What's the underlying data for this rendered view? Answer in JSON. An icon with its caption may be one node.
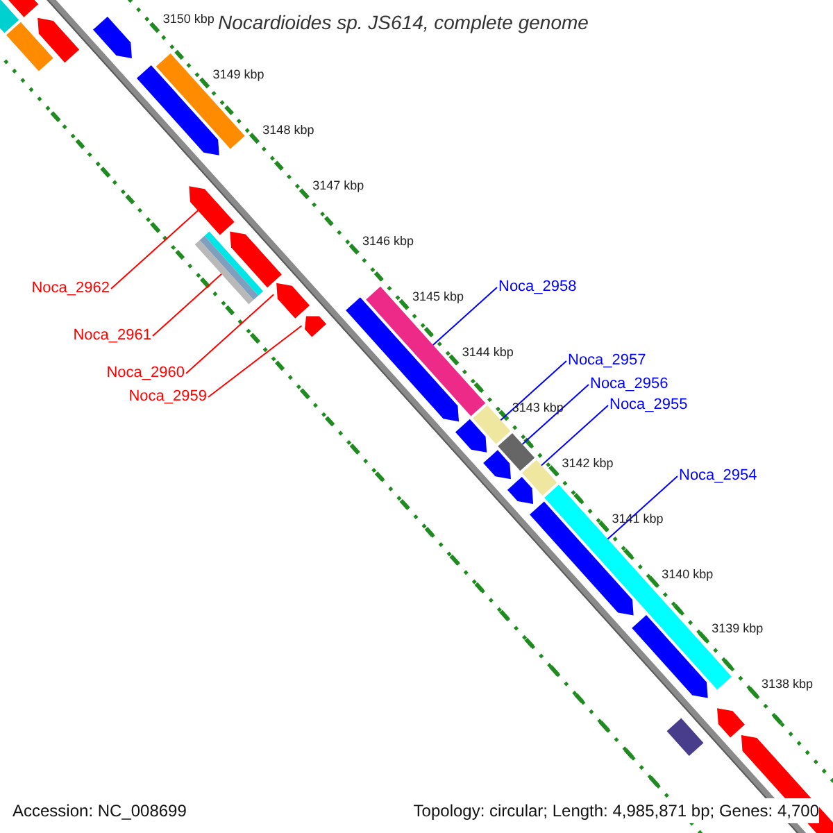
{
  "diagram": {
    "title": "Nocardioides sp. JS614, complete genome",
    "nodes": [
      {
        "text": [
          "Noca_2962"
        ]
      },
      {
        "text": [
          "Noca_2961"
        ]
      },
      {
        "text": [
          "Noca_2960"
        ]
      },
      {
        "text": [
          "Noca_2959"
        ]
      },
      {
        "text": [
          "Noca_2958"
        ]
      },
      {
        "text": [
          "Noca_2957"
        ]
      },
      {
        "text": [
          "Noca_2956"
        ]
      },
      {
        "text": [
          "Noca_2955"
        ]
      },
      {
        "text": [
          "Noca_2954"
        ]
      },
      {
        "text": [],
        "shape": "bar"
      },
      {
        "text": [],
        "shape": "pentagon"
      },
      {
        "text": [],
        "shape": "bar"
      },
      {
        "text": [],
        "shape": "pentagon"
      },
      {
        "text": [],
        "shape": "pentagon"
      },
      {
        "text": [],
        "shape": "pentagon"
      },
      {
        "text": [],
        "shape": "bar"
      },
      {
        "text": [],
        "shape": "pentagon"
      },
      {
        "text": [],
        "shape": "bar"
      },
      {
        "text": [],
        "shape": "pentagon"
      },
      {
        "text": [],
        "shape": "pentagon"
      },
      {
        "text": [],
        "shape": "pentagon"
      },
      {
        "text": [],
        "shape": "pentagon"
      },
      {
        "text": [],
        "shape": "bar"
      },
      {
        "text": [],
        "shape": "pentagon"
      },
      {
        "text": [],
        "shape": "bar"
      },
      {
        "text": [],
        "shape": "bar"
      },
      {
        "text": [],
        "shape": "pentagon"
      },
      {
        "text": [],
        "shape": "bar"
      },
      {
        "text": [],
        "shape": "pentagon"
      },
      {
        "text": [],
        "shape": "bar"
      },
      {
        "text": [],
        "shape": "pentagon"
      },
      {
        "text": [],
        "shape": "pentagon"
      },
      {
        "text": [],
        "shape": "bar"
      },
      {
        "text": [],
        "shape": "pentagon"
      },
      {
        "text": [],
        "shape": "pentagon"
      }
    ],
    "edges": [
      {
        "from": 0,
        "to": 16,
        "arrow": "none",
        "color": "#ff0000"
      },
      {
        "from": 1,
        "to": 17,
        "arrow": "none",
        "color": "#ff0000"
      },
      {
        "from": 2,
        "to": 19,
        "arrow": "none",
        "color": "#ff0000"
      },
      {
        "from": 3,
        "to": 20,
        "arrow": "none",
        "color": "#ff0000"
      },
      {
        "from": 4,
        "to": 22,
        "arrow": "none"
      },
      {
        "from": 5,
        "to": 24,
        "arrow": "none"
      },
      {
        "from": 6,
        "to": 25,
        "arrow": "none"
      },
      {
        "from": 7,
        "to": 27,
        "arrow": "none"
      },
      {
        "from": 8,
        "to": 29,
        "arrow": "none"
      }
    ],
    "labels": [
      "3150 kbp",
      "3149 kbp",
      "3148 kbp",
      "3147 kbp",
      "3146 kbp",
      "3145 kbp",
      "3144 kbp",
      "3143 kbp",
      "3142 kbp",
      "3141 kbp",
      "3140 kbp",
      "3139 kbp",
      "3138 kbp",
      "Accession: NC_008699",
      "Topology: circular; Length: 4,985,871 bp; Genes: 4,700"
    ]
  }
}
